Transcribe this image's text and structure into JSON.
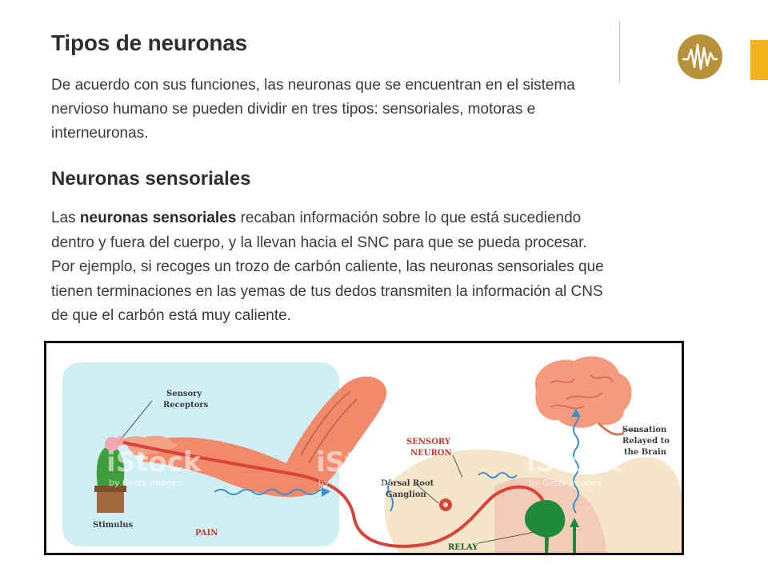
{
  "article": {
    "title": "Tipos de neuronas",
    "intro": "De acuerdo con sus funciones, las neuronas que se encuentran en el sistema nervioso humano se pueden dividir en tres tipos: sensoriales, motoras e interneuronas.",
    "section_title": "Neuronas sensoriales",
    "section_body_prefix": "Las ",
    "section_body_bold": "neuronas sensoriales",
    "section_body_rest": " recaban información sobre lo que está sucediendo dentro y fuera del cuerpo, y la llevan hacia el SNC para que se pueda procesar. Por ejemplo, si recoges un trozo de carbón caliente, las neuronas sensoriales que tienen terminaciones en las yemas de tus dedos transmiten la información al CNS de que el carbón está muy caliente."
  },
  "branding": {
    "logo_icon": "neuron-wave-logo-icon",
    "logo_color": "#b8923a",
    "accent_color": "#f5b31b"
  },
  "figure": {
    "labels": {
      "sensory_receptors_1": "Sensory",
      "sensory_receptors_2": "Receptors",
      "stimulus": "Stimulus",
      "pain": "PAIN",
      "sensory_neuron_1": "SENSORY",
      "sensory_neuron_2": "NEURON",
      "drg_1": "Dorsal Root",
      "drg_2": "Ganglion",
      "relay": "RELAY",
      "sensation_1": "Sensation",
      "sensation_2": "Relayed to",
      "sensation_3": "the Brain"
    },
    "watermark": {
      "brand": "iStock",
      "credit": "by Getty Images"
    },
    "colors": {
      "panel": "#cfeef6",
      "skin": "#f08a6a",
      "nerve": "#d9433a",
      "spine": "#f6e6c9",
      "brain": "#f59a7c",
      "relay_green": "#1f8a3a",
      "signal_blue": "#3b8fd0"
    }
  }
}
